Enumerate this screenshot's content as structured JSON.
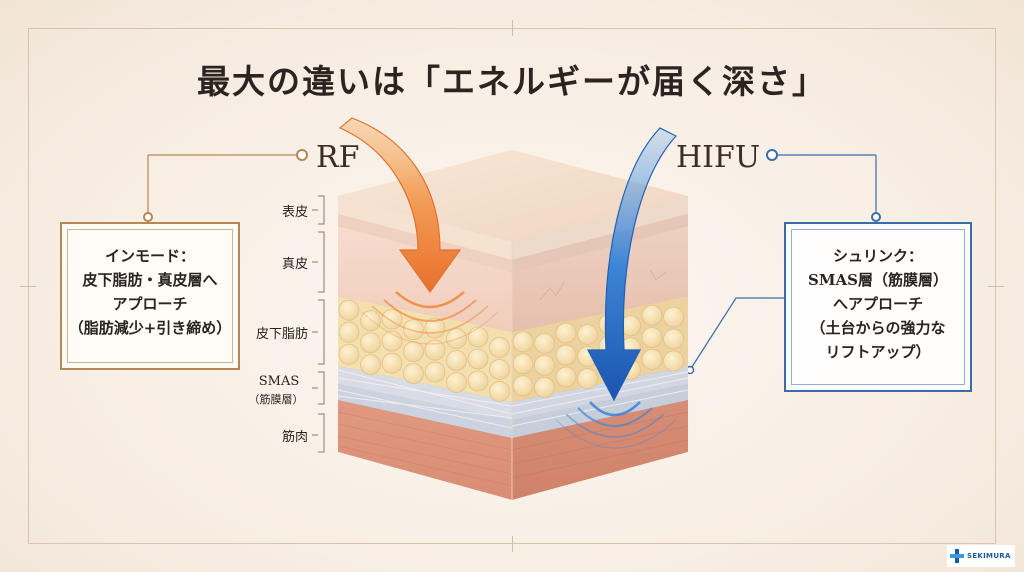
{
  "title": "最大の違いは「エネルギーが届く深さ」",
  "rf": {
    "label": "RF",
    "color": "#e88a4a",
    "callout": [
      "インモード：",
      "皮下脂肪・真皮層へ",
      "アプローチ",
      "（脂肪減少+引き締め）"
    ]
  },
  "hifu": {
    "label": "HIFU",
    "color": "#2f6fc4",
    "callout": [
      "シュリンク：",
      "SMAS層（筋膜層）",
      "へアプローチ",
      "（土台からの強力な",
      "リフトアップ）"
    ]
  },
  "layers": {
    "epidermis": "表皮",
    "dermis": "真皮",
    "subcutaneous": "皮下脂肪",
    "smas": "SMAS",
    "smas_sub": "（筋膜層）",
    "muscle": "筋肉"
  },
  "logo": {
    "text": "SEKIMURA",
    "icon": "cross-logo-icon"
  }
}
